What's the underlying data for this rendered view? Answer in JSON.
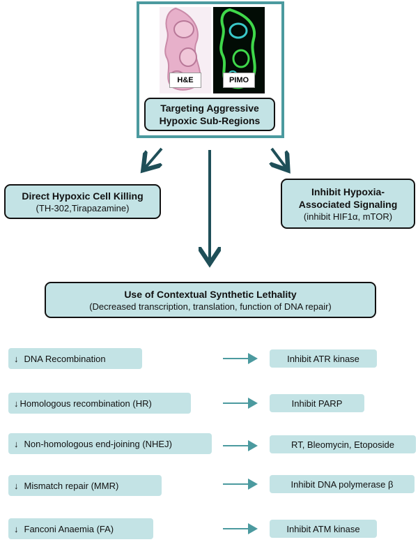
{
  "top_images": {
    "he_label": "H&E",
    "pimo_label": "PIMO"
  },
  "top_box": {
    "line1": "Targeting Aggressive",
    "line2": "Hypoxic Sub-Regions"
  },
  "left_branch": {
    "title": "Direct Hypoxic Cell Killing",
    "subtitle": "(TH-302,Tirapazamine)"
  },
  "right_branch": {
    "title_line1": "Inhibit Hypoxia-",
    "title_line2": "Associated Signaling",
    "subtitle": "(inhibit HIF1α, mTOR)"
  },
  "center_box": {
    "title": "Use of Contextual Synthetic Lethality",
    "subtitle": "(Decreased transcription, translation, function of DNA repair)"
  },
  "rows": [
    {
      "arrow": "↓",
      "pathway": "DNA Recombination",
      "therapy": "Inhibit ATR kinase"
    },
    {
      "arrow": "↓",
      "pathway": "Homologous recombination (HR)",
      "therapy": "Inhibit PARP"
    },
    {
      "arrow": "↓",
      "pathway": "Non-homologous end-joining (NHEJ)",
      "therapy": "RT, Bleomycin, Etoposide"
    },
    {
      "arrow": "↓",
      "pathway": "Mismatch repair (MMR)",
      "therapy": "Inhibit DNA polymerase β"
    },
    {
      "arrow": "↓",
      "pathway": "Fanconi Anaemia (FA)",
      "therapy": "Inhibit ATM kinase"
    }
  ],
  "colors": {
    "frame": "#4b9a9f",
    "box_fill": "#c3e3e5",
    "arrow_dark": "#1f4f58",
    "arrow_light": "#4b9a9f"
  }
}
